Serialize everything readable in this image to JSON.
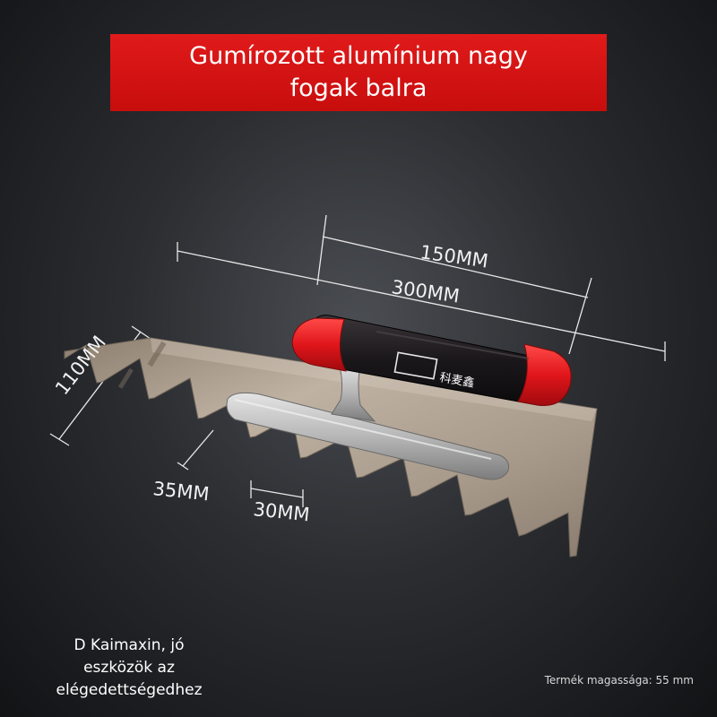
{
  "banner": {
    "line1": "Gumírozott alumínium nagy",
    "line2": "fogak balra",
    "color": "#d41212"
  },
  "dimensions": {
    "handle_length": "150MM",
    "blade_length": "300MM",
    "blade_width": "110MM",
    "tooth_depth": "35MM",
    "tooth_width": "30MM"
  },
  "handle": {
    "logo_text": "科麦鑫",
    "cap_color": "#e0161b",
    "grip_color": "#1c1a1c"
  },
  "footer": {
    "brand_line1": "D Kaimaxin, jó",
    "brand_line2": "eszközök az",
    "brand_line3": "elégedettségedhez",
    "product_height": "Termék magassága: 55 mm"
  }
}
